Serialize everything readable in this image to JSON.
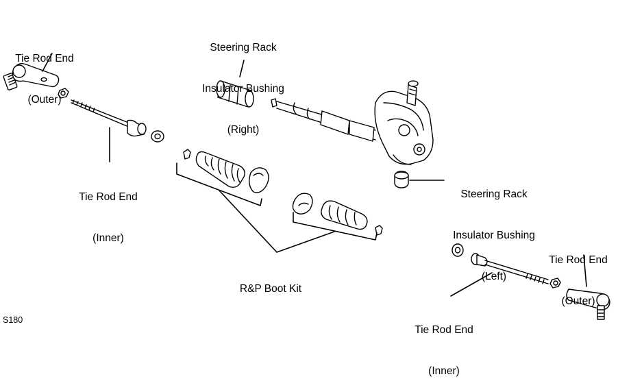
{
  "labels": {
    "tie_rod_outer_left": [
      "Tie Rod End",
      "(Outer)"
    ],
    "rack_bushing_right": [
      "Steering Rack",
      "Insulator Bushing",
      "(Right)"
    ],
    "tie_rod_inner_left": [
      "Tie Rod End",
      "(Inner)"
    ],
    "rack_bushing_left": [
      "Steering Rack",
      "Insulator Bushing",
      "(Left)"
    ],
    "tie_rod_outer_right": [
      "Tie Rod End",
      "(Outer)"
    ],
    "boot_kit": "R&P Boot Kit",
    "tie_rod_inner_right": [
      "Tie Rod End",
      "(Inner)"
    ]
  },
  "figure_id": "S180"
}
